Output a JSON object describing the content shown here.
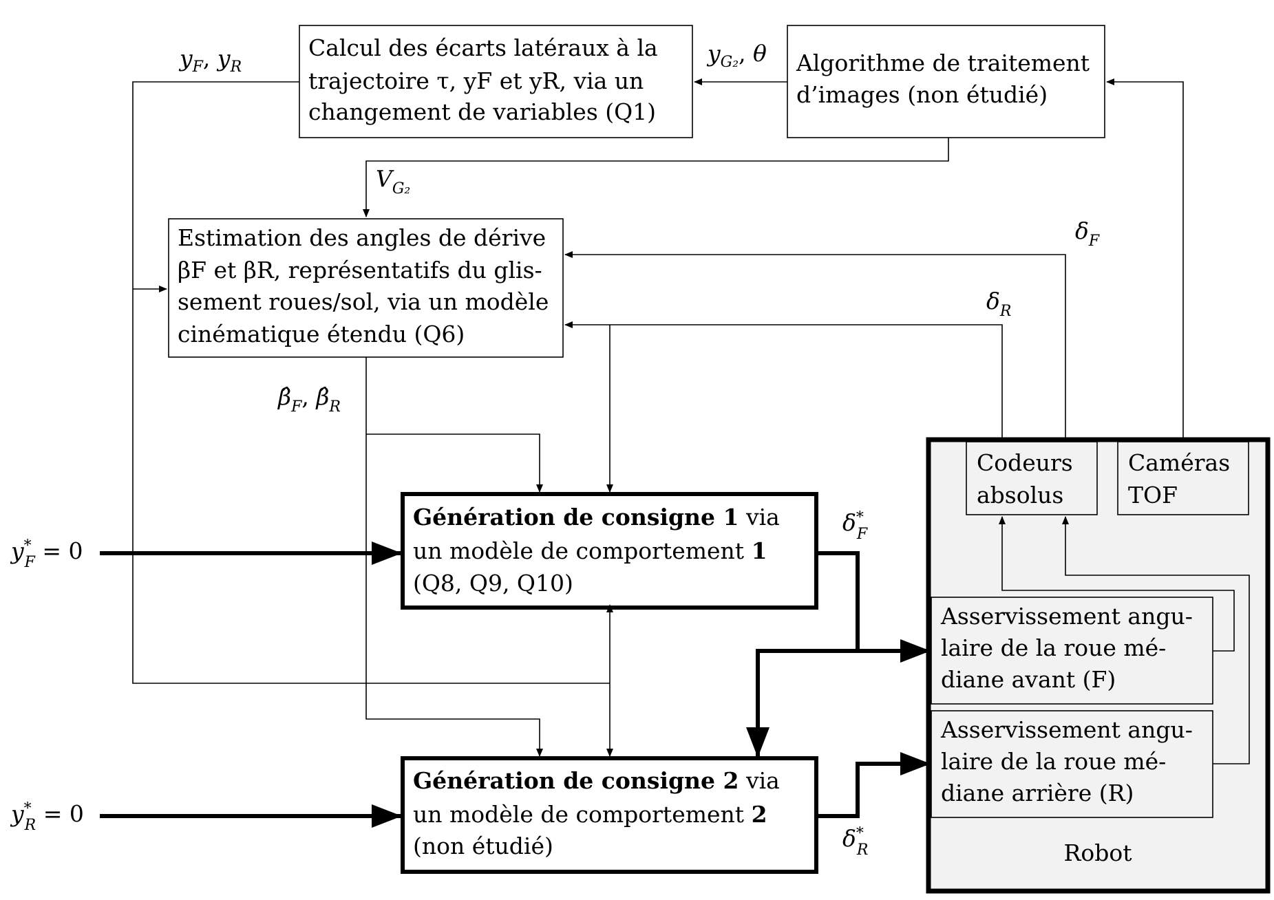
{
  "blocks": {
    "calc": {
      "lines": [
        "Calcul des écarts latéraux à la",
        "trajectoire τ, yF et yR, via un",
        "changement de variables (Q1)"
      ]
    },
    "algo": {
      "lines": [
        "Algorithme de traitement",
        "d’images (non étudié)"
      ]
    },
    "estimation": {
      "lines": [
        "Estimation des angles de dérive",
        "βF et βR, représentatifs du glis-",
        "sement roues/sol, via un modèle",
        "cinématique étendu (Q6)"
      ]
    },
    "gen1": {
      "title": "Génération de consigne 1",
      "title_suffix": " via",
      "line2_prefix": "un modèle de comportement ",
      "line2_bold": "1",
      "line3": "(Q8, Q9, Q10)"
    },
    "gen2": {
      "title": "Génération de consigne 2",
      "title_suffix": " via",
      "line2_prefix": "un modèle de comportement ",
      "line2_bold": "2",
      "line3": "(non étudié)"
    },
    "robot": {
      "label": "Robot",
      "codeurs": [
        "Codeurs",
        "absolus"
      ],
      "cameras": [
        "Caméras",
        "TOF"
      ],
      "asserv_front": [
        "Asservissement angu-",
        "laire de la roue mé-",
        "diane avant (F)"
      ],
      "asserv_rear": [
        "Asservissement angu-",
        "laire de la roue mé-",
        "diane arrière (R)"
      ]
    }
  },
  "signals": {
    "yf_yr": {
      "a": "y",
      "a_sub": "F",
      "sep": ", ",
      "b": "y",
      "b_sub": "R"
    },
    "yg2_theta": {
      "a": "y",
      "a_sub": "G₂",
      "sep": ", ",
      "b": "θ"
    },
    "vg2": {
      "a": "V",
      "a_sub": "G₂"
    },
    "delta_f": {
      "a": "δ",
      "a_sub": "F"
    },
    "delta_r": {
      "a": "δ",
      "a_sub": "R"
    },
    "beta_hat": {
      "a": "β̂",
      "a_sub": "F",
      "sep": ", ",
      "b": "β̂",
      "b_sub": "R"
    },
    "delta_f_star": {
      "a": "δ",
      "sup": "*",
      "a_sub": "F"
    },
    "delta_r_star": {
      "a": "δ",
      "sup": "*",
      "a_sub": "R"
    },
    "yf_star": {
      "a": "y",
      "sup": "*",
      "a_sub": "F",
      "rest": " = 0"
    },
    "yr_star": {
      "a": "y",
      "sup": "*",
      "a_sub": "R",
      "rest": " = 0"
    }
  }
}
